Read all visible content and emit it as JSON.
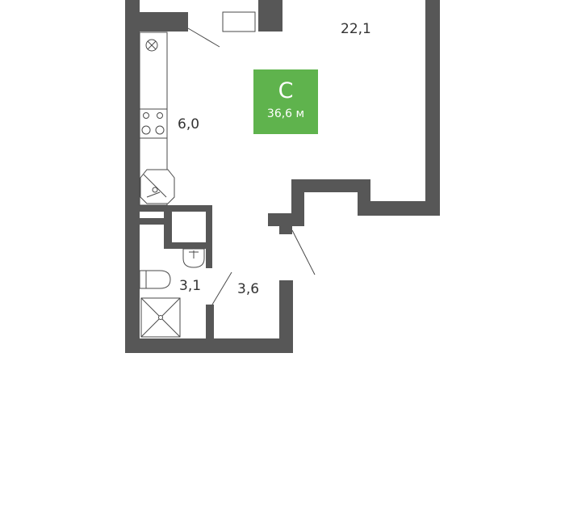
{
  "rooms": [
    {
      "id": "living",
      "area": "22,1"
    },
    {
      "id": "kitchen",
      "area": "6,0"
    },
    {
      "id": "bathroom",
      "area": "3,1"
    },
    {
      "id": "hallway",
      "area": "3,6"
    }
  ],
  "apartment": {
    "type_label": "С",
    "total_area": "36,6 м"
  },
  "colors": {
    "wall": "#575757",
    "badge": "#5fb34d"
  }
}
